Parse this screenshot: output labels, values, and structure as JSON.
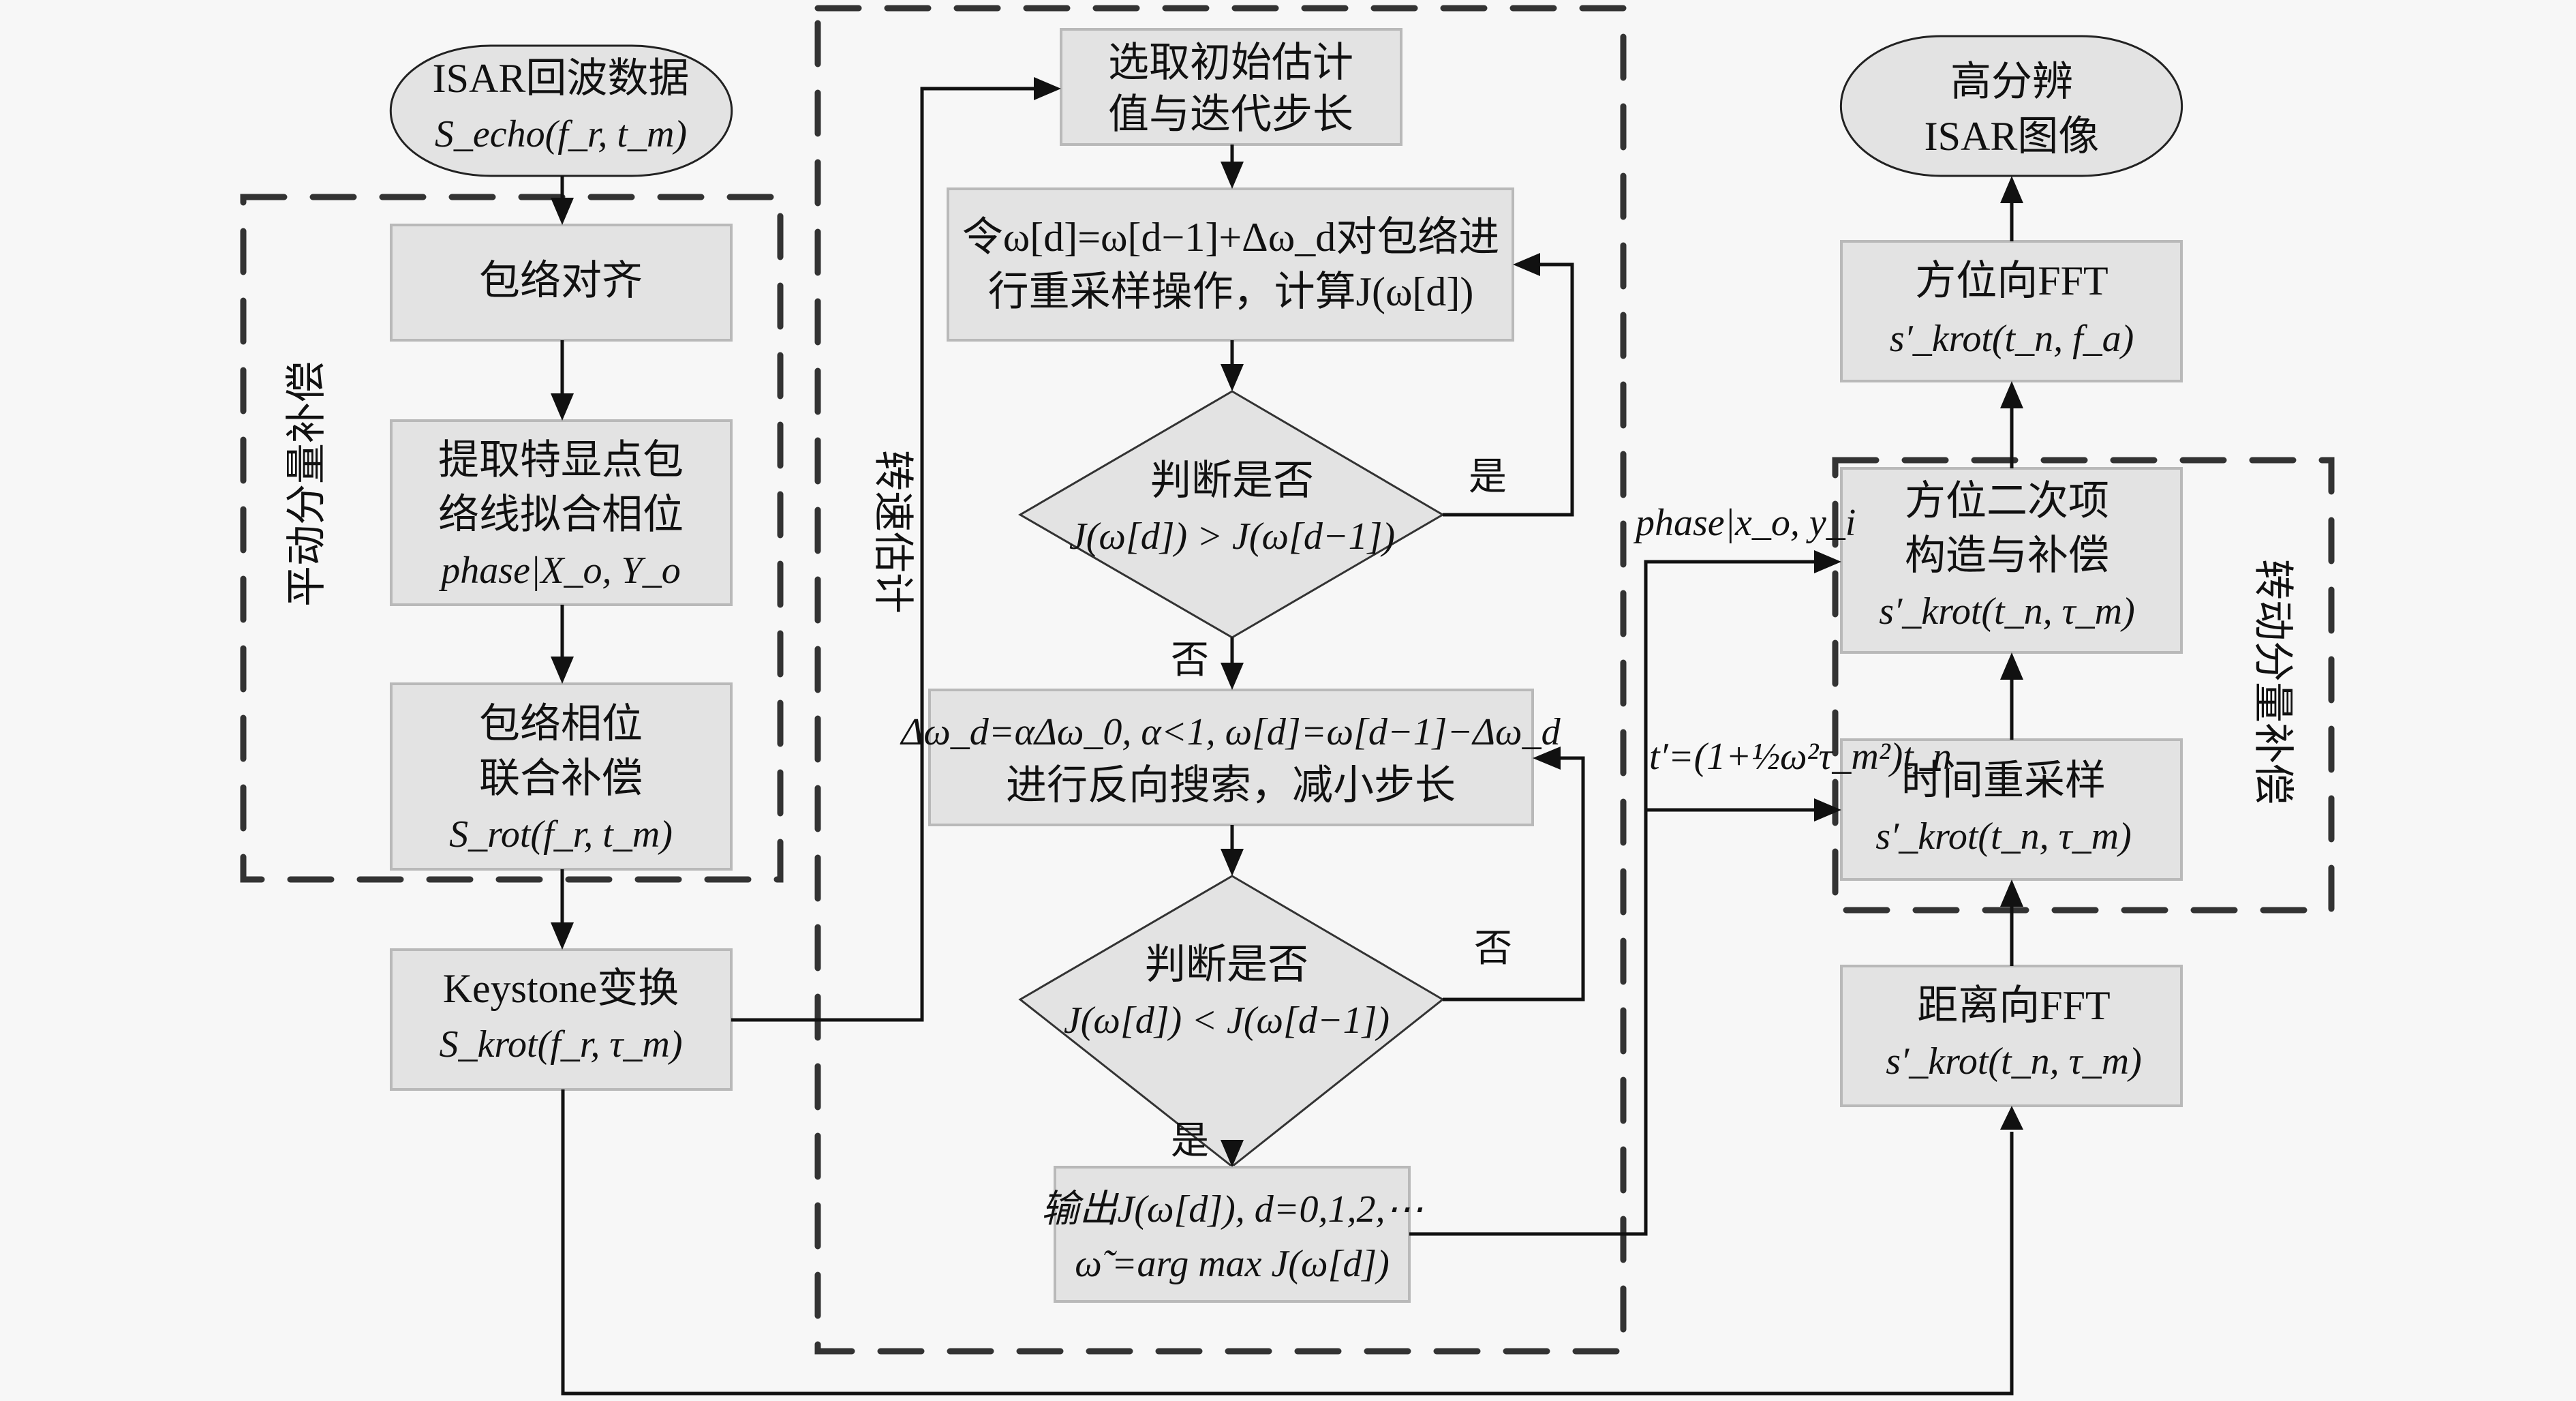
{
  "groups": {
    "translational": "平动分量补偿",
    "speed_estimation": "转速估计",
    "rotational": "转动分量补偿"
  },
  "nodes": {
    "echo": {
      "line1": "ISAR回波数据",
      "line2": "S_echo(f_r, t_m)"
    },
    "envelope_align": {
      "line1": "包络对齐"
    },
    "extract": {
      "line1": "提取特显点包",
      "line2": "络线拟合相位",
      "line3": "phase|X_o, Y_o"
    },
    "joint_comp": {
      "line1": "包络相位",
      "line2": "联合补偿",
      "line3": "S_rot(f_r, t_m)"
    },
    "keystone": {
      "line1": "Keystone变换",
      "line2": "S_krot(f_r, τ_m)"
    },
    "init": {
      "line1": "选取初始估计",
      "line2": "值与迭代步长"
    },
    "resample_calc": {
      "line1": "令ω[d]=ω[d−1]+Δω_d对包络进",
      "line2": "行重采样操作，计算J(ω[d])"
    },
    "decision1": {
      "line1": "判断是否",
      "line2": "J(ω[d]) > J(ω[d−1])"
    },
    "reverse_search": {
      "line1": "Δω_d=αΔω_0, α<1, ω[d]=ω[d−1]−Δω_d",
      "line2": "进行反向搜索，减小步长"
    },
    "decision2": {
      "line1": "判断是否",
      "line2": "J(ω[d]) < J(ω[d−1])"
    },
    "output": {
      "line1": "输出J(ω[d]), d=0,1,2,⋯",
      "line2": "ω̃ =arg max J(ω[d])"
    },
    "hires_image": {
      "line1": "高分辨",
      "line2": "ISAR图像"
    },
    "azimuth_fft": {
      "line1": "方位向FFT",
      "line2": "s′_krot(t_n, f_a)"
    },
    "quadratic_comp": {
      "line1": "方位二次项",
      "line2": "构造与补偿",
      "line3": "s′_krot(t_n, τ_m)"
    },
    "time_resample": {
      "line1": "时间重采样",
      "line2": "s′_krot(t_n, τ_m)"
    },
    "range_fft": {
      "line1": "距离向FFT",
      "line2": "s′_krot(t_n, τ_m)"
    }
  },
  "edge_labels": {
    "d1_yes": "是",
    "d1_no": "否",
    "d2_no": "否",
    "d2_yes": "是",
    "phase_input": "phase|x_o, y_i",
    "time_formula": "t′=(1+½ω²τ_m²)t_n"
  }
}
